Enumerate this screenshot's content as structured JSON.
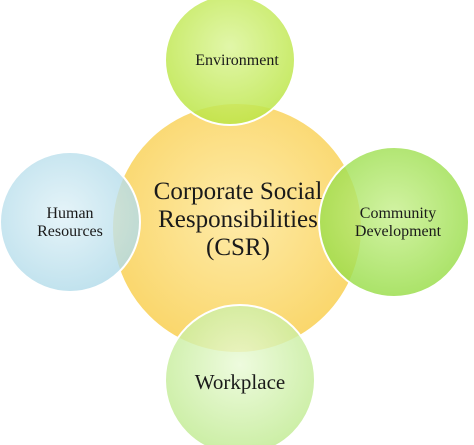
{
  "diagram": {
    "center": {
      "label": "Corporate Social\nResponsibilities\n(CSR)"
    },
    "satellites": {
      "top": {
        "label": "Environment"
      },
      "left": {
        "label": "Human\nResources"
      },
      "right": {
        "label": "Community\nDevelopment"
      },
      "bottom": {
        "label": "Workplace"
      }
    }
  },
  "colors": {
    "center_fill": "#fbd96f",
    "center_light": "#fde8a0",
    "top_fill": "#c8ec5c",
    "left_fill": "#bfe3ef",
    "right_fill": "#a4e35c",
    "bottom_fill": "#cff0a6",
    "outline": "#ffffff"
  }
}
